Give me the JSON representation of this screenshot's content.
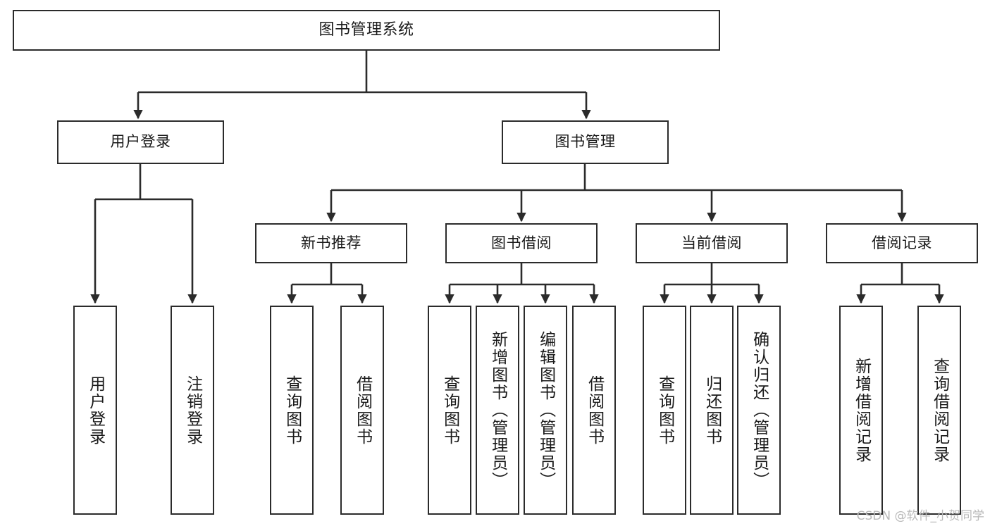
{
  "diagram": {
    "type": "tree",
    "title": "图书管理系统",
    "watermark": "CSDN @软件_小贺同学",
    "colors": {
      "box_border": "#2b2b2b",
      "box_fill": "#ffffff",
      "connector": "#2b2b2b",
      "text": "#1a1a1a",
      "watermark": "#b9b9b9",
      "background": "#ffffff"
    },
    "nodes": {
      "root": {
        "label": "图书管理系统"
      },
      "level1": [
        {
          "label": "用户登录"
        },
        {
          "label": "图书管理"
        }
      ],
      "level2": [
        {
          "label": "新书推荐"
        },
        {
          "label": "图书借阅"
        },
        {
          "label": "当前借阅"
        },
        {
          "label": "借阅记录"
        }
      ],
      "leaves": {
        "user_login": [
          {
            "label": "用户登录"
          },
          {
            "label": "注销登录"
          }
        ],
        "new_book": [
          {
            "label": "查询图书"
          },
          {
            "label": "借阅图书"
          }
        ],
        "borrow": [
          {
            "label": "查询图书"
          },
          {
            "label": "新增图书（管理员）"
          },
          {
            "label": "编辑图书（管理员）"
          },
          {
            "label": "借阅图书"
          }
        ],
        "current": [
          {
            "label": "查询图书"
          },
          {
            "label": "归还图书"
          },
          {
            "label": "确认归还（管理员）"
          }
        ],
        "records": [
          {
            "label": "新增借阅记录"
          },
          {
            "label": "查询借阅记录"
          }
        ]
      }
    }
  }
}
